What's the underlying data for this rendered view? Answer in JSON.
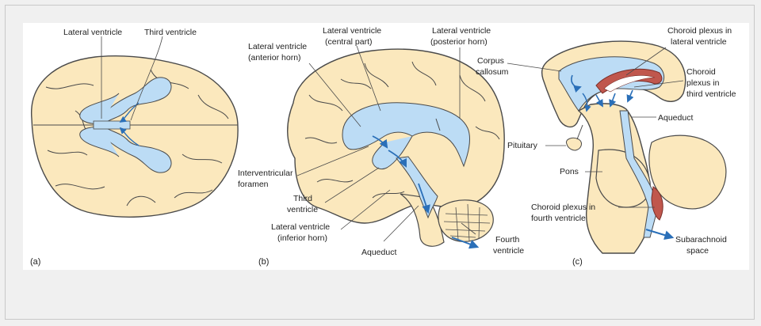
{
  "colors": {
    "brain_fill": "#fbe8bd",
    "outline": "#4a4a4a",
    "ventricle_fill": "#bcdcf5",
    "arrow": "#2a6fb8",
    "choroid": "#c0574d",
    "frame_bg": "#f0f0f0"
  },
  "panel_a": {
    "tag": "(a)",
    "lateral_ventricle": "Lateral ventricle",
    "third_ventricle": "Third ventricle"
  },
  "panel_b": {
    "tag": "(b)",
    "lateral_anterior_1": "Lateral ventricle",
    "lateral_anterior_2": "(anterior horn)",
    "lateral_central_1": "Lateral ventricle",
    "lateral_central_2": "(central part)",
    "lateral_posterior_1": "Lateral ventricle",
    "lateral_posterior_2": "(posterior horn)",
    "interventricular_1": "Interventricular",
    "interventricular_2": "foramen",
    "third_ventricle_1": "Third",
    "third_ventricle_2": "ventricle",
    "lateral_inferior_1": "Lateral ventricle",
    "lateral_inferior_2": "(inferior horn)",
    "aqueduct": "Aqueduct",
    "fourth_ventricle_1": "Fourth",
    "fourth_ventricle_2": "ventricle"
  },
  "panel_c": {
    "tag": "(c)",
    "corpus_callosum_1": "Corpus",
    "corpus_callosum_2": "callosum",
    "choroid_lateral_1": "Choroid plexus in",
    "choroid_lateral_2": "lateral ventricle",
    "choroid_third_1": "Choroid",
    "choroid_third_2": "plexus in",
    "choroid_third_3": "third ventricle",
    "aqueduct": "Aqueduct",
    "pituitary": "Pituitary",
    "pons": "Pons",
    "choroid_fourth_1": "Choroid plexus in",
    "choroid_fourth_2": "fourth ventricle",
    "subarachnoid_1": "Subarachnoid",
    "subarachnoid_2": "space"
  }
}
